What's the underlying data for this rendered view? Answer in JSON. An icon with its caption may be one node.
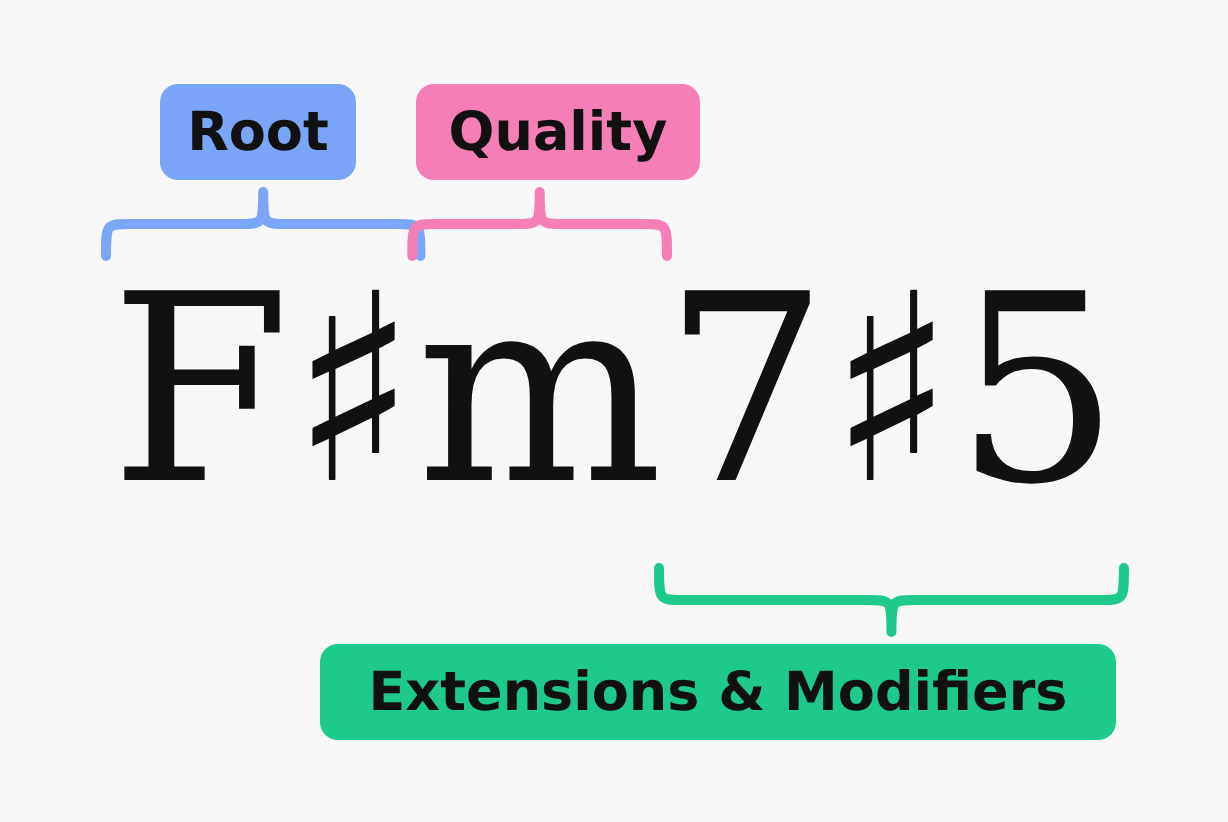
{
  "diagram": {
    "nodes": [
      {
        "text": [
          "Root"
        ]
      },
      {
        "text": [
          "Quality"
        ]
      },
      {
        "text": [
          "Extensions & Modifiers"
        ]
      }
    ],
    "labels": [
      "F♯m7♯5"
    ]
  }
}
